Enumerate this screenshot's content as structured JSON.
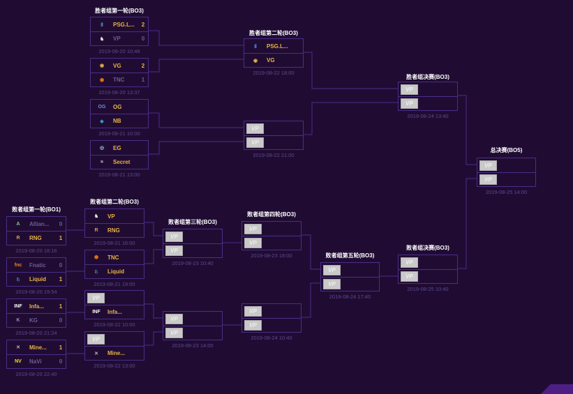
{
  "colors": {
    "background": "#200c33",
    "border": "#4b2d88",
    "winner": "#e8b447",
    "loser": "#6e5c96",
    "date": "#5c4b8a"
  },
  "rounds": [
    {
      "id": "wr1",
      "title": "胜者组第一轮(BO3)",
      "matches": [
        {
          "teams": [
            {
              "name": "PSG.L...",
              "score": "2",
              "win": true,
              "icon": "psg-lgd-logo"
            },
            {
              "name": "VP",
              "score": "0",
              "win": false,
              "icon": "vp-logo"
            }
          ],
          "date": "2019-08-20 10:48"
        },
        {
          "teams": [
            {
              "name": "VG",
              "score": "2",
              "win": true,
              "icon": "vg-logo"
            },
            {
              "name": "TNC",
              "score": "1",
              "win": false,
              "icon": "tnc-logo"
            }
          ],
          "date": "2019-08-20 13:37"
        },
        {
          "teams": [
            {
              "name": "OG",
              "score": "",
              "win": true,
              "icon": "og-logo"
            },
            {
              "name": "NB",
              "score": "",
              "win": true,
              "icon": "nb-logo"
            }
          ],
          "date": "2019-08-21 10:00"
        },
        {
          "teams": [
            {
              "name": "EG",
              "score": "",
              "win": true,
              "icon": "eg-logo"
            },
            {
              "name": "Secret",
              "score": "",
              "win": true,
              "icon": "secret-logo"
            }
          ],
          "date": "2019-08-21 13:00"
        }
      ]
    },
    {
      "id": "wr2",
      "title": "胜者组第二轮(BO3)",
      "matches": [
        {
          "teams": [
            {
              "name": "PSG.L...",
              "score": "",
              "win": true,
              "icon": "psg-lgd-logo"
            },
            {
              "name": "VG",
              "score": "",
              "win": true,
              "icon": "vg-logo"
            }
          ],
          "date": "2019-08-22 18:00"
        },
        {
          "teams": [
            {
              "placeholder": "VP"
            },
            {
              "placeholder": "VP"
            }
          ],
          "date": "2019-08-22 21:00"
        }
      ]
    },
    {
      "id": "wf",
      "title": "胜者组决赛(BO3)",
      "matches": [
        {
          "teams": [
            {
              "placeholder": "VP"
            },
            {
              "placeholder": "VP"
            }
          ],
          "date": "2019-08-24 13:40"
        }
      ]
    },
    {
      "id": "gf",
      "title": "总决赛(BO5)",
      "matches": [
        {
          "teams": [
            {
              "placeholder": "VP"
            },
            {
              "placeholder": "VP"
            }
          ],
          "date": "2019-08-25 14:00"
        }
      ]
    },
    {
      "id": "lr1",
      "title": "败者组第一轮(BO1)",
      "matches": [
        {
          "teams": [
            {
              "name": "Allian...",
              "score": "0",
              "win": false,
              "icon": "alliance-logo"
            },
            {
              "name": "RNG",
              "score": "1",
              "win": true,
              "icon": "rng-logo"
            }
          ],
          "date": "2019-08-20 18:16"
        },
        {
          "teams": [
            {
              "name": "Fnatic",
              "score": "0",
              "win": false,
              "icon": "fnatic-logo"
            },
            {
              "name": "Liquid",
              "score": "1",
              "win": true,
              "icon": "liquid-logo"
            }
          ],
          "date": "2019-08-20 19:54"
        },
        {
          "teams": [
            {
              "name": "Infa...",
              "score": "1",
              "win": true,
              "icon": "infamous-logo"
            },
            {
              "name": "KG",
              "score": "0",
              "win": false,
              "icon": "kg-logo"
            }
          ],
          "date": "2019-08-20 21:24"
        },
        {
          "teams": [
            {
              "name": "Mine...",
              "score": "1",
              "win": true,
              "icon": "mineski-logo"
            },
            {
              "name": "NaVi",
              "score": "0",
              "win": false,
              "icon": "navi-logo"
            }
          ],
          "date": "2019-08-20 22:40"
        }
      ]
    },
    {
      "id": "lr2",
      "title": "败者组第二轮(BO3)",
      "matches": [
        {
          "teams": [
            {
              "name": "VP",
              "score": "",
              "win": true,
              "icon": "vp-logo"
            },
            {
              "name": "RNG",
              "score": "",
              "win": true,
              "icon": "rng-logo"
            }
          ],
          "date": "2019-08-21 16:00"
        },
        {
          "teams": [
            {
              "name": "TNC",
              "score": "",
              "win": true,
              "icon": "tnc-logo"
            },
            {
              "name": "Liquid",
              "score": "",
              "win": true,
              "icon": "liquid-logo"
            }
          ],
          "date": "2019-08-21 19:00"
        },
        {
          "teams": [
            {
              "placeholder": "VP"
            },
            {
              "name": "Infa...",
              "score": "",
              "win": true,
              "icon": "infamous-logo"
            }
          ],
          "date": "2019-08-22 10:00"
        },
        {
          "teams": [
            {
              "placeholder": "VP"
            },
            {
              "name": "Mine...",
              "score": "",
              "win": true,
              "icon": "mineski-logo"
            }
          ],
          "date": "2019-08-22 13:00"
        }
      ]
    },
    {
      "id": "lr3",
      "title": "败者组第三轮(BO3)",
      "matches": [
        {
          "teams": [
            {
              "placeholder": "VP"
            },
            {
              "placeholder": "VP"
            }
          ],
          "date": "2019-08-23 10:40"
        },
        {
          "teams": [
            {
              "placeholder": "VP"
            },
            {
              "placeholder": "VP"
            }
          ],
          "date": "2019-08-23 14:00"
        }
      ]
    },
    {
      "id": "lr4",
      "title": "败者组第四轮(BO3)",
      "matches": [
        {
          "teams": [
            {
              "placeholder": "VP"
            },
            {
              "placeholder": "VP"
            }
          ],
          "date": "2019-08-23 18:00"
        },
        {
          "teams": [
            {
              "placeholder": "VP"
            },
            {
              "placeholder": "VP"
            }
          ],
          "date": "2019-08-24 10:40"
        }
      ]
    },
    {
      "id": "lr5",
      "title": "败者组第五轮(BO3)",
      "matches": [
        {
          "teams": [
            {
              "placeholder": "VP"
            },
            {
              "placeholder": "VP"
            }
          ],
          "date": "2019-08-24 17:40"
        }
      ]
    },
    {
      "id": "lf",
      "title": "败者组决赛(BO3)",
      "matches": [
        {
          "teams": [
            {
              "placeholder": "VP"
            },
            {
              "placeholder": "VP"
            }
          ],
          "date": "2019-08-25 10:40"
        }
      ]
    }
  ]
}
